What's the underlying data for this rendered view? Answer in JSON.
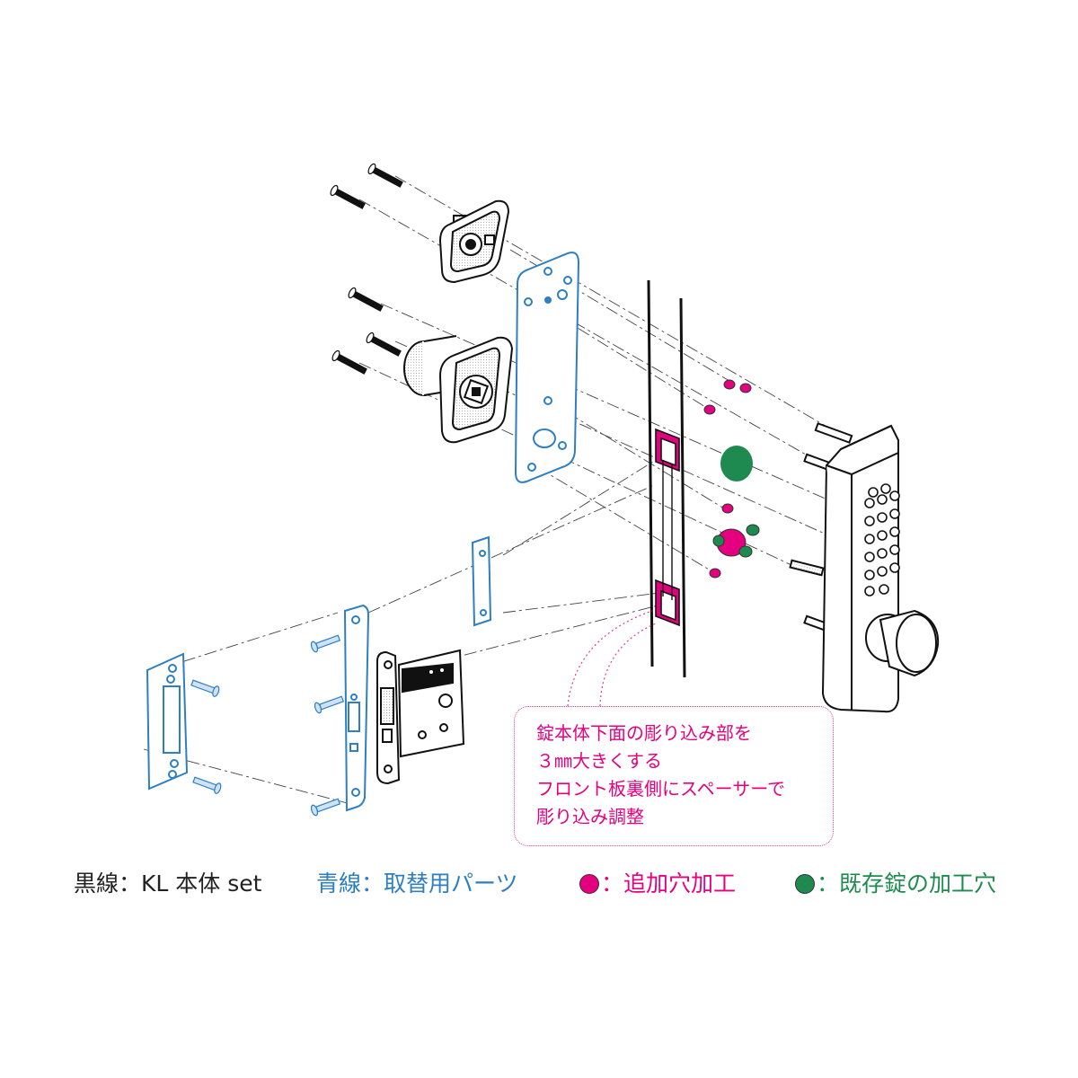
{
  "note": {
    "lines": [
      "錠本体下面の彫り込み部を",
      "３㎜大きくする",
      "フロント板裏側にスペーサーで",
      "彫り込み調整"
    ]
  },
  "legend": {
    "black": "黒線：KL 本体 set",
    "blue": "青線：取替用パーツ",
    "magenta": "：追加穴加工",
    "green": "：既存錠の加工穴"
  },
  "colors": {
    "black_line": "#111111",
    "blue_line": "#2e7fc1",
    "magenta": "#e4007f",
    "green": "#1e8a4f"
  }
}
